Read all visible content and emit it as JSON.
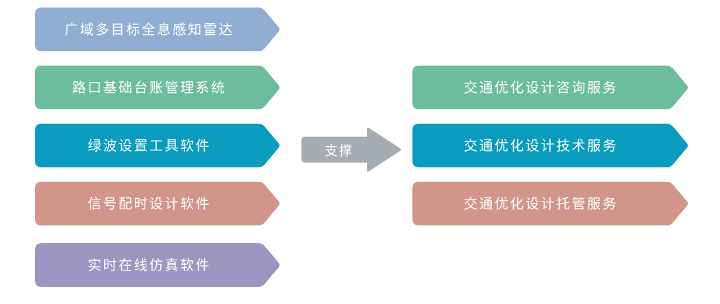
{
  "diagram": {
    "title": "",
    "colors": {
      "blue": "#8FAED2",
      "green": "#6CBC9E",
      "cyan": "#0A9CBF",
      "salmon": "#D1958A",
      "purple": "#9B96C0",
      "gray": "#A5ACB2",
      "text": "#FFFFFF",
      "background": "#FFFFFF"
    },
    "left_column": {
      "name": "products-column",
      "items": [
        {
          "label": "广域多目标全息感知雷达",
          "color": "#8FAED2"
        },
        {
          "label": "路口基础台账管理系统",
          "color": "#6CBC9E"
        },
        {
          "label": "绿波设置工具软件",
          "color": "#0A9CBF"
        },
        {
          "label": "信号配时设计软件",
          "color": "#D1958A"
        },
        {
          "label": "实时在线仿真软件",
          "color": "#9B96C0"
        }
      ]
    },
    "connector": {
      "name": "support-arrow",
      "label": "支撑",
      "color": "#A5ACB2"
    },
    "right_column": {
      "name": "services-column",
      "items": [
        {
          "label": "交通优化设计咨询服务",
          "color": "#6CBC9E"
        },
        {
          "label": "交通优化设计技术服务",
          "color": "#0A9CBF"
        },
        {
          "label": "交通优化设计托管服务",
          "color": "#D1958A"
        }
      ]
    }
  }
}
